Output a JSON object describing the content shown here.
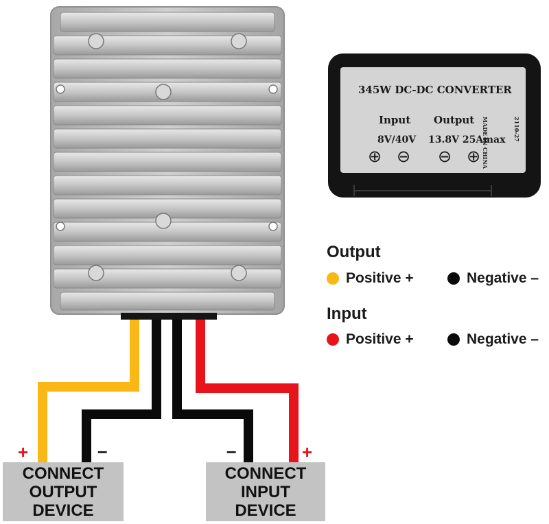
{
  "label": {
    "title": "345W DC-DC CONVERTER",
    "input_heading": "Input",
    "output_heading": "Output",
    "input_voltage": "8V/40V",
    "output_spec": "13.8V 25Amax",
    "made_in": "MADE IN CHINA",
    "date_code": "2110-27",
    "terminal_symbols": [
      "⊕",
      "⊖",
      "⊖",
      "⊕"
    ]
  },
  "legend": {
    "output": {
      "title": "Output",
      "positive": "Positive +",
      "negative": "Negative –"
    },
    "input": {
      "title": "Input",
      "positive": "Positive +",
      "negative": "Negative –"
    }
  },
  "devices": {
    "output_device": [
      "CONNECT",
      "OUTPUT",
      "DEVICE"
    ],
    "input_device": [
      "CONNECT",
      "INPUT",
      "DEVICE"
    ]
  },
  "polarity": {
    "output_plus": "+",
    "output_minus": "–",
    "input_minus": "–",
    "input_plus": "+"
  },
  "colors": {
    "output_positive": "#f9b815",
    "input_positive": "#e8141b",
    "negative": "#0a0a0a",
    "housing": "#b9b9b9",
    "device_box": "#c3c3c3",
    "plus_sign": "#e8141b"
  }
}
